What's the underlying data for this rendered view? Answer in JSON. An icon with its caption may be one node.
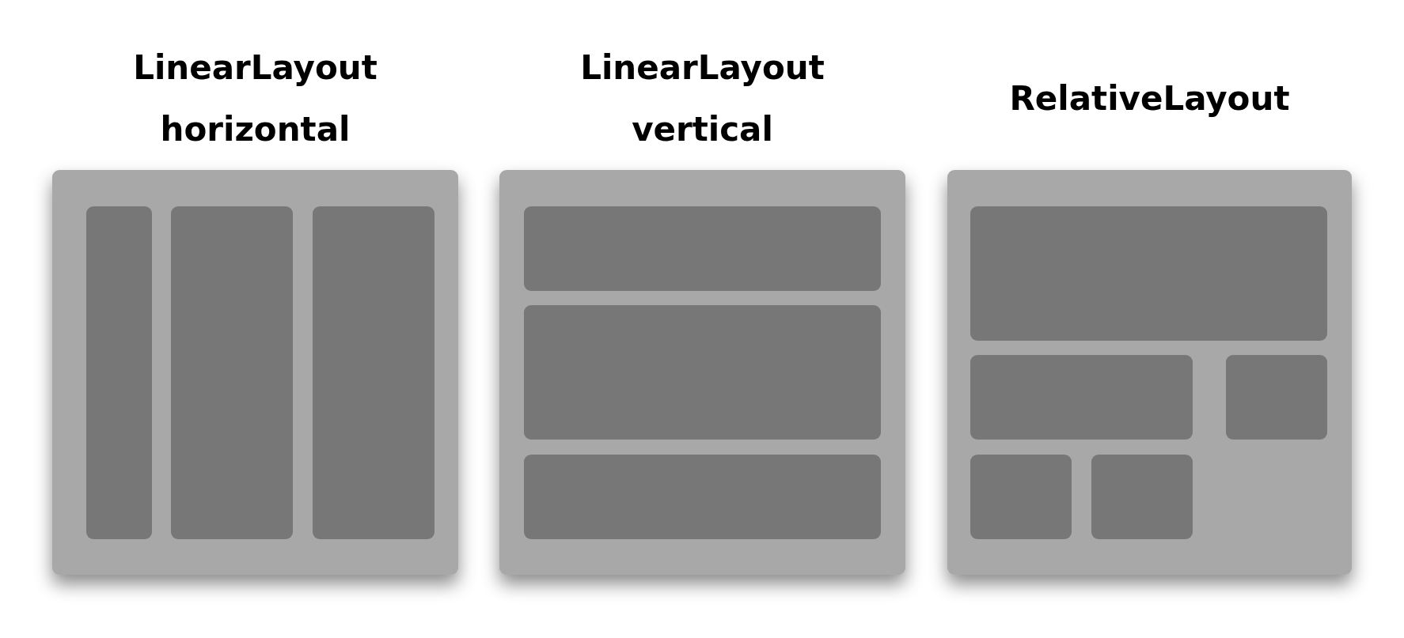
{
  "diagram": {
    "nodes": [
      {
        "text": [
          "LinearLayout horizontal"
        ]
      },
      {
        "text": [],
        "shape": "box",
        "in": 0
      },
      {
        "text": [],
        "shape": "box",
        "in": 0
      },
      {
        "text": [],
        "shape": "box",
        "in": 0
      },
      {
        "text": [
          "LinearLayout vertical"
        ]
      },
      {
        "text": [],
        "shape": "box",
        "in": 4
      },
      {
        "text": [],
        "shape": "box",
        "in": 4
      },
      {
        "text": [],
        "shape": "box",
        "in": 4
      },
      {
        "text": [
          "RelativeLayout"
        ]
      },
      {
        "text": [],
        "shape": "box",
        "in": 8
      },
      {
        "text": [],
        "shape": "box",
        "in": 8
      },
      {
        "text": [],
        "shape": "box",
        "in": 8
      },
      {
        "text": [],
        "shape": "box",
        "in": 8
      },
      {
        "text": [],
        "shape": "box",
        "in": 8
      }
    ],
    "edges": []
  }
}
